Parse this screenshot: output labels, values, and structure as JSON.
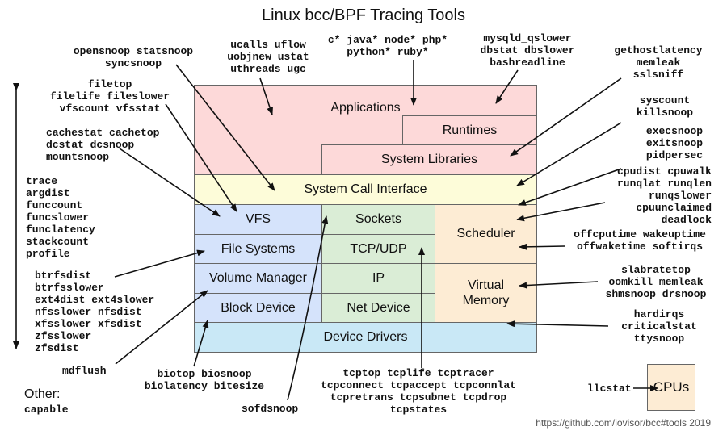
{
  "title": "Linux bcc/BPF Tracing Tools",
  "layers": {
    "applications": "Applications",
    "runtimes": "Runtimes",
    "system_libraries": "System Libraries",
    "system_call_interface": "System Call Interface",
    "vfs": "VFS",
    "file_systems": "File Systems",
    "volume_manager": "Volume Manager",
    "block_device": "Block Device",
    "sockets": "Sockets",
    "tcp_udp": "TCP/UDP",
    "ip": "IP",
    "net_device": "Net Device",
    "scheduler": "Scheduler",
    "virtual_memory": "Virtual\nMemory",
    "device_drivers": "Device Drivers",
    "cpus": "CPUs"
  },
  "tools": {
    "opensnoop": "opensnoop statsnoop\nsyncsnoop",
    "ucalls": "ucalls uflow\nuobjnew ustat\nuthreads ugc",
    "langs": "c* java* node* php*\npython* ruby*",
    "mysql": "mysqld_qslower\ndbstat dbslower\nbashreadline",
    "gethostlatency": "gethostlatency\nmemleak\nsslsniff",
    "filetop": "filetop\nfilelife fileslower\nvfscount vfsstat",
    "syscount": "syscount\nkillsnoop",
    "cachestat": "cachestat cachetop\ndcstat dcsnoop\nmountsnoop",
    "execsnoop": "execsnoop\nexitsnoop\npidpersec",
    "trace": "trace\nargdist\nfunccount\nfuncslower\nfunclatency\nstackcount\nprofile",
    "cpudist": "cpudist cpuwalk\nrunqlat runqlen\nrunqslower\ncpuunclaimed\ndeadlock",
    "offcputime": "offcputime wakeuptime\noffwaketime softirqs",
    "btrfsdist": "btrfsdist\nbtrfsslower\next4dist ext4slower\nnfsslower nfsdist\nxfsslower xfsdist\nzfsslower\nzfsdist",
    "slabratetop": "slabratetop\noomkill memleak\nshmsnoop drsnoop",
    "hardirqs": "hardirqs\ncriticalstat\nttysnoop",
    "mdflush": "mdflush",
    "biotop": "biotop biosnoop\nbiolatency bitesize",
    "tcptop": "tcptop tcplife tcptracer\ntcpconnect tcpaccept tcpconnlat\ntcpretrans tcpsubnet tcpdrop\ntcpstates",
    "sofdsnoop": "sofdsnoop",
    "llcstat": "llcstat",
    "capable": "capable"
  },
  "other_label": "Other:",
  "footer": "https://github.com/iovisor/bcc#tools 2019",
  "colors": {
    "applications": "#fdd9d9",
    "syscall": "#fdfcd9",
    "storage": "#d5e3fb",
    "network": "#daedd6",
    "sched": "#fdecd4",
    "drivers": "#c9e8f6",
    "cpus": "#fdecd4"
  }
}
